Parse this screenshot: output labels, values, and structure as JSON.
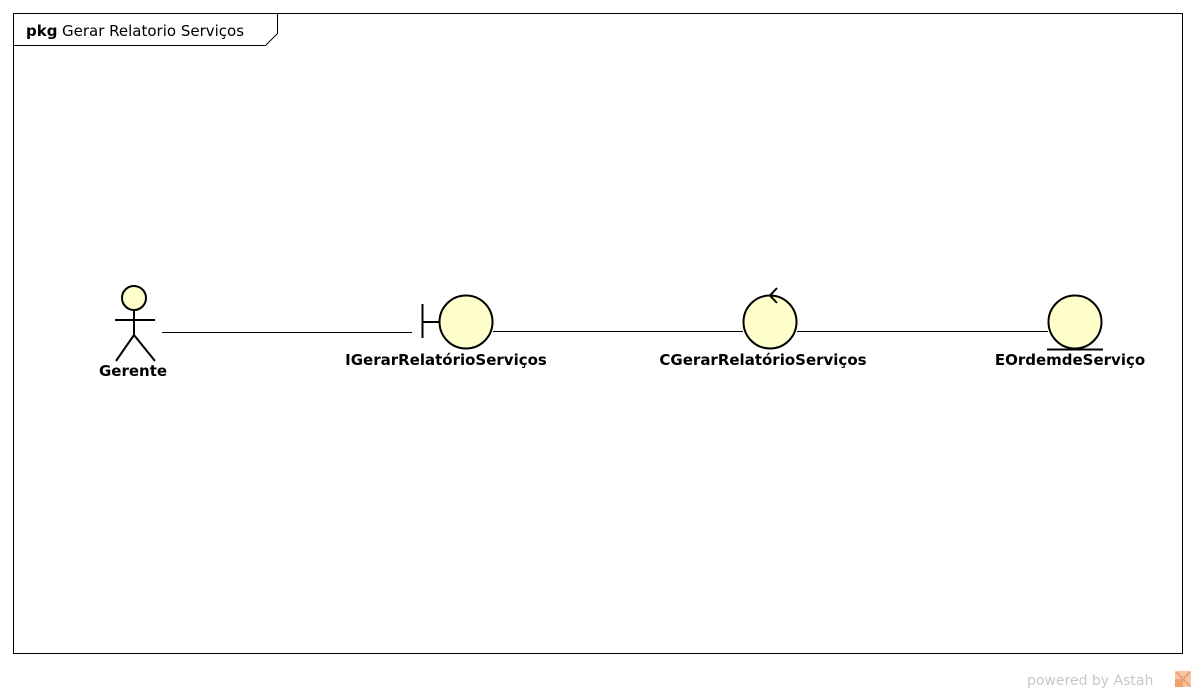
{
  "frame": {
    "keyword": "pkg",
    "name": "Gerar Relatorio Serviços"
  },
  "nodes": {
    "actor": {
      "label": "Gerente",
      "type": "actor"
    },
    "boundary": {
      "label": "IGerarRelatórioServiços",
      "type": "boundary"
    },
    "control": {
      "label": "CGerarRelatórioServiços",
      "type": "control"
    },
    "entity": {
      "label": "EOrdemdeServiço",
      "type": "entity"
    }
  },
  "links": [
    {
      "from": "Gerente",
      "to": "IGerarRelatórioServiços"
    },
    {
      "from": "IGerarRelatórioServiços",
      "to": "CGerarRelatórioServiços"
    },
    {
      "from": "CGerarRelatórioServiços",
      "to": "EOrdemdeServiço"
    }
  ],
  "footer": {
    "text": "powered by Astah"
  },
  "colors": {
    "node_fill": "#ffffcc",
    "stroke": "#000000",
    "footer_text": "#c8c8c8",
    "logo_accent": "#f0a070"
  }
}
